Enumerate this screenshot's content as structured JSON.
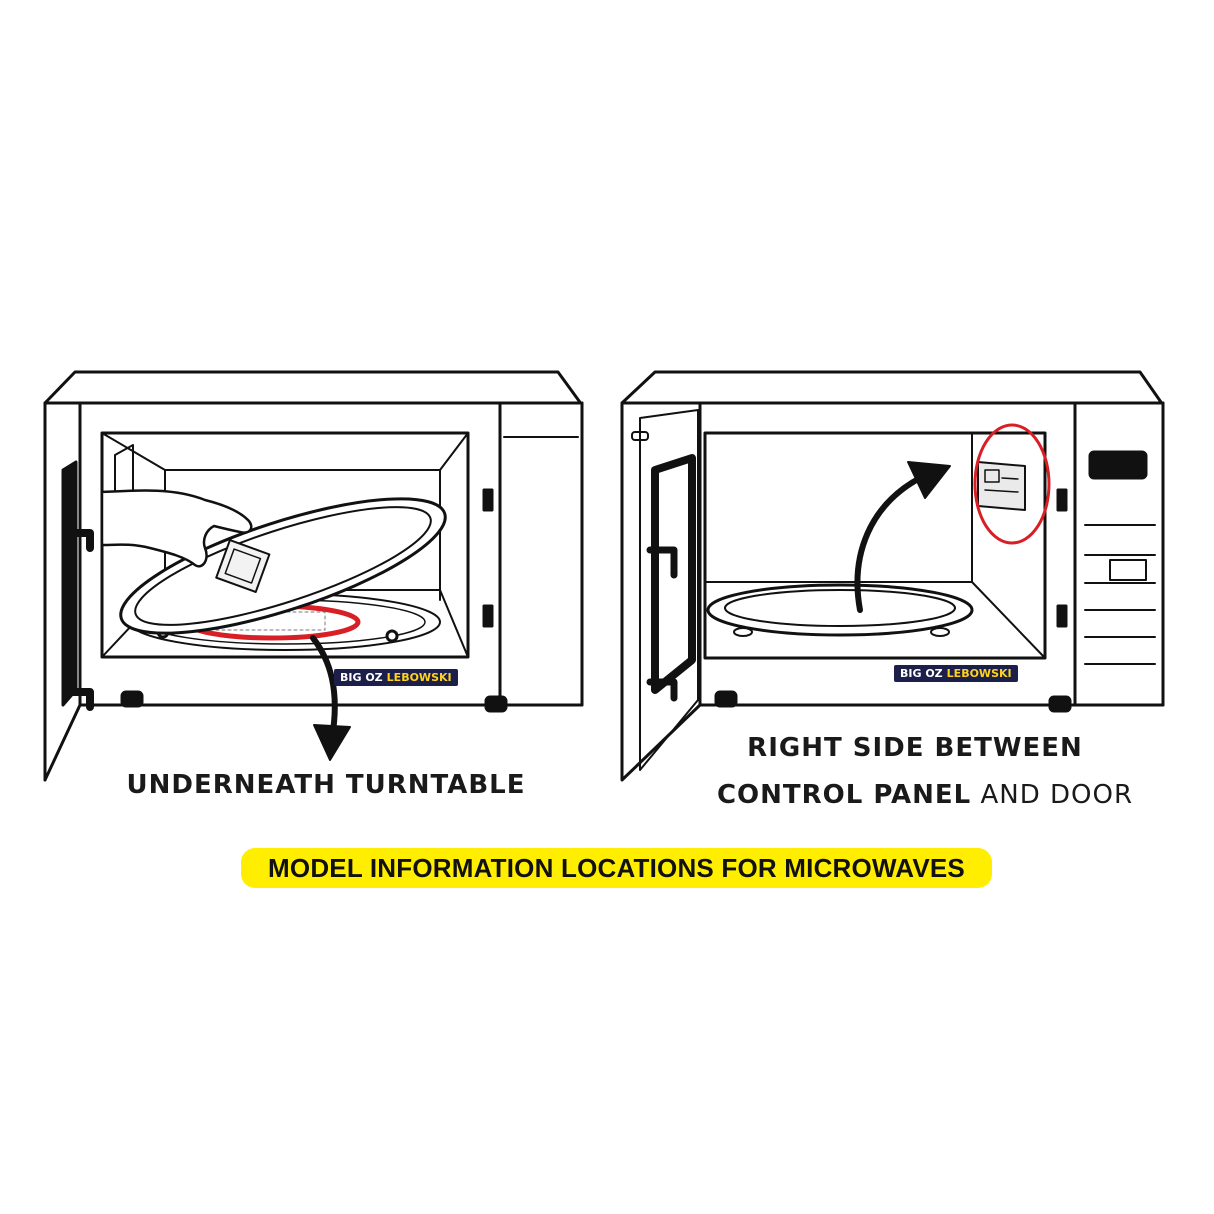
{
  "captions": {
    "left": "UNDERNEATH TURNTABLE",
    "right_line1": "RIGHT SIDE BETWEEN",
    "right_line2_bold": "CONTROL PANEL",
    "right_line2_thin": " AND DOOR"
  },
  "banner": {
    "text": "MODEL INFORMATION LOCATIONS FOR MICROWAVES",
    "background": "#ffee00"
  },
  "brand": {
    "part1": "BIG OZ",
    "part2": "LEBOWSKI",
    "background": "#1b1f4a",
    "accent": "#ffd21e"
  },
  "colors": {
    "highlight_circle": "#d81f26",
    "line": "#111111"
  },
  "icons": [
    "hand-icon",
    "arrow-down-icon",
    "arrow-up-icon",
    "label-sticker-icon"
  ]
}
